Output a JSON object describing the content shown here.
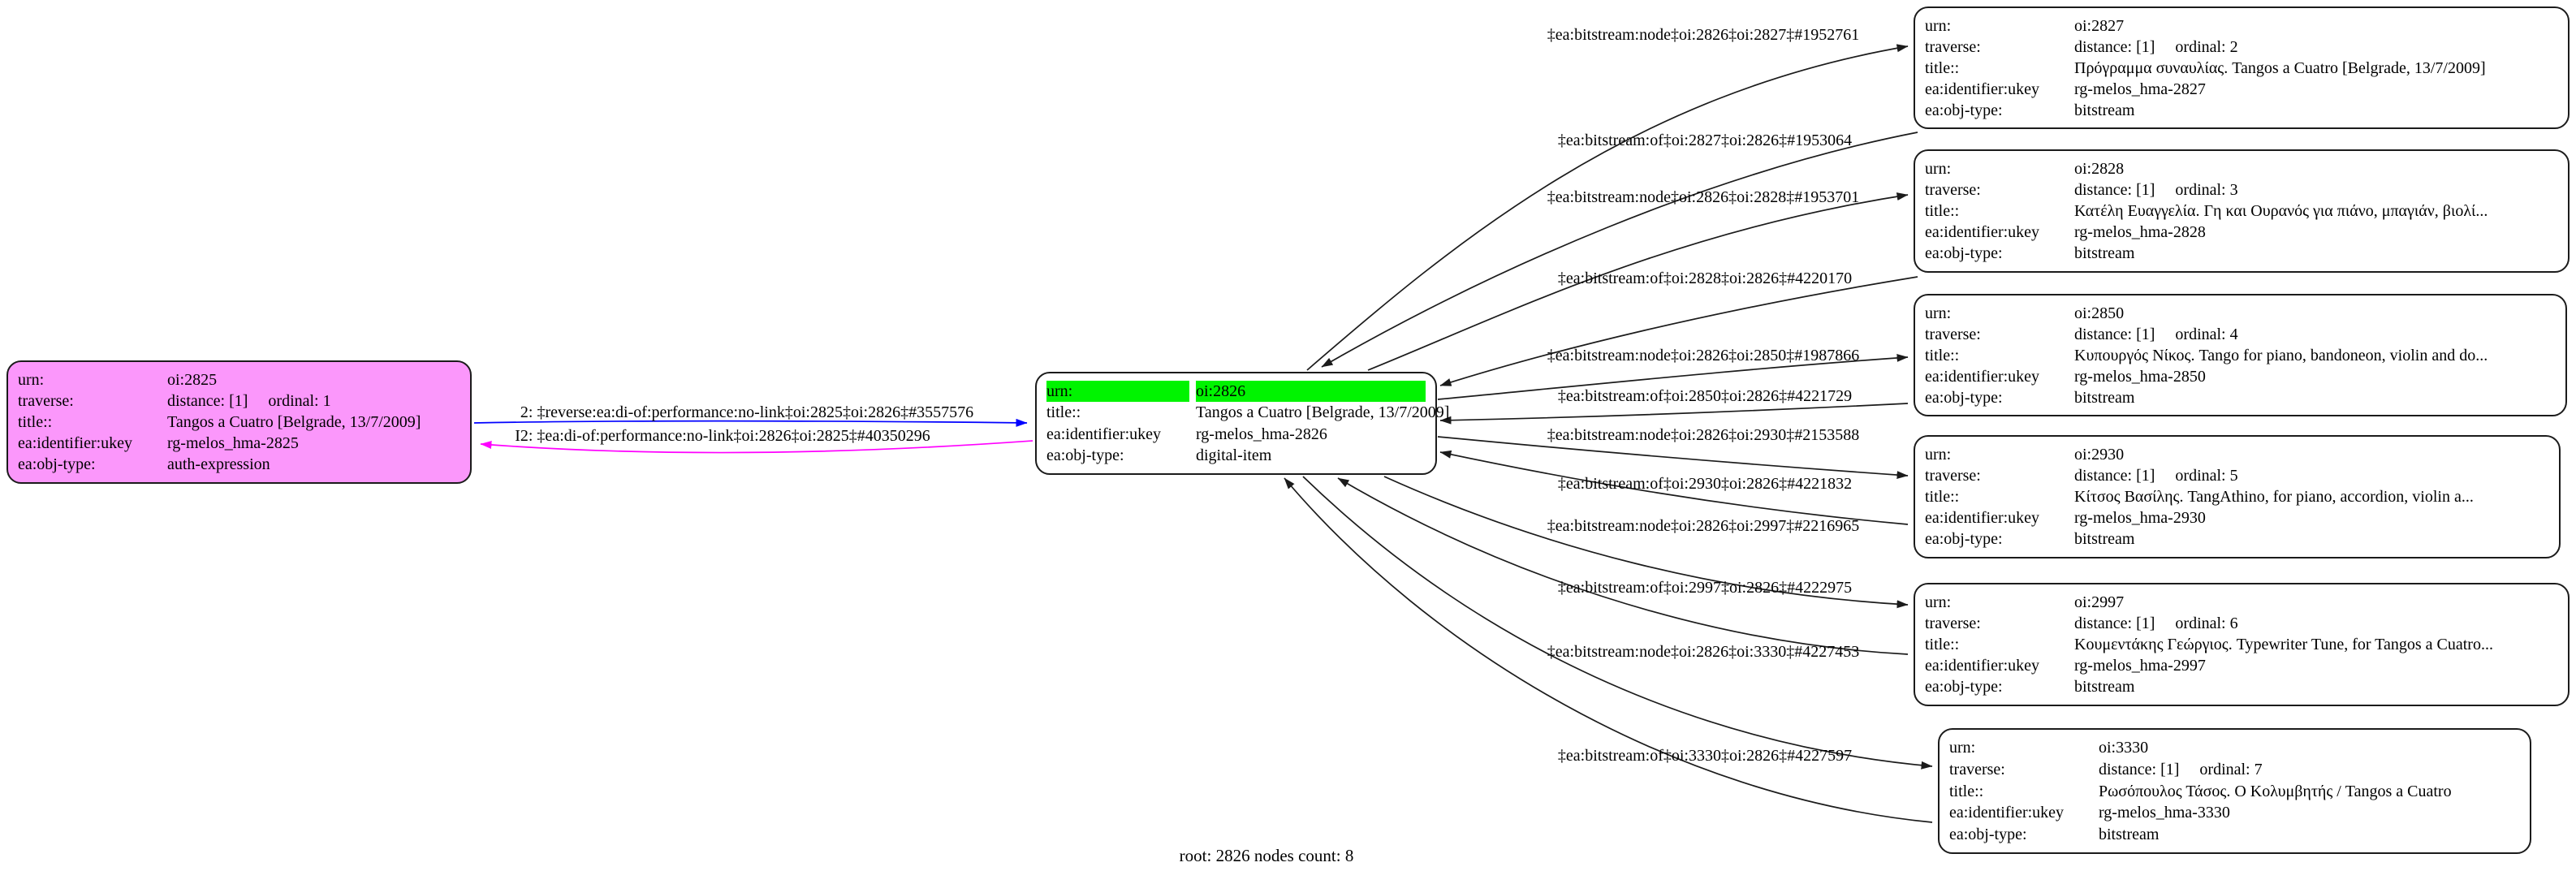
{
  "caption": "root: 2826 nodes count: 8",
  "colors": {
    "violet": "#fb97fb",
    "green": "#00f400",
    "blue": "#0000ff",
    "magenta": "#ff00ff",
    "edge": "#1b1b1b"
  },
  "nodes": [
    {
      "id": "oi:2825",
      "kind": "auth-expression",
      "rows": [
        {
          "label": "urn:",
          "value": "oi:2825"
        },
        {
          "label": "traverse:",
          "value": "distance: [1]     ordinal: 1"
        },
        {
          "label": "title::",
          "value": "Tangos a Cuatro [Belgrade, 13/7/2009]"
        },
        {
          "label": "ea:identifier:ukey",
          "value": "rg-melos_hma-2825"
        },
        {
          "label": "ea:obj-type:",
          "value": "auth-expression"
        }
      ]
    },
    {
      "id": "oi:2826",
      "kind": "digital-item",
      "rows": [
        {
          "label": "urn:",
          "value": "oi:2826",
          "hl": true
        },
        {
          "label": "title::",
          "value": "Tangos a Cuatro [Belgrade, 13/7/2009]"
        },
        {
          "label": "ea:identifier:ukey",
          "value": "rg-melos_hma-2826"
        },
        {
          "label": "ea:obj-type:",
          "value": "digital-item"
        }
      ]
    },
    {
      "id": "oi:2827",
      "kind": "bitstream",
      "rows": [
        {
          "label": "urn:",
          "value": "oi:2827"
        },
        {
          "label": "traverse:",
          "value": "distance: [1]     ordinal: 2"
        },
        {
          "label": "title::",
          "value": "Πρόγραμμα συναυλίας. Tangos a Cuatro [Belgrade, 13/7/2009]"
        },
        {
          "label": "ea:identifier:ukey",
          "value": "rg-melos_hma-2827"
        },
        {
          "label": "ea:obj-type:",
          "value": "bitstream"
        }
      ]
    },
    {
      "id": "oi:2828",
      "kind": "bitstream",
      "rows": [
        {
          "label": "urn:",
          "value": "oi:2828"
        },
        {
          "label": "traverse:",
          "value": "distance: [1]     ordinal: 3"
        },
        {
          "label": "title::",
          "value": "Κατέλη Ευαγγελία. Γη και Ουρανός για πιάνο, μπαγιάν, βιολί..."
        },
        {
          "label": "ea:identifier:ukey",
          "value": "rg-melos_hma-2828"
        },
        {
          "label": "ea:obj-type:",
          "value": "bitstream"
        }
      ]
    },
    {
      "id": "oi:2850",
      "kind": "bitstream",
      "rows": [
        {
          "label": "urn:",
          "value": "oi:2850"
        },
        {
          "label": "traverse:",
          "value": "distance: [1]     ordinal: 4"
        },
        {
          "label": "title::",
          "value": "Κυπουργός Νίκος. Tango for piano, bandoneon, violin and do..."
        },
        {
          "label": "ea:identifier:ukey",
          "value": "rg-melos_hma-2850"
        },
        {
          "label": "ea:obj-type:",
          "value": "bitstream"
        }
      ]
    },
    {
      "id": "oi:2930",
      "kind": "bitstream",
      "rows": [
        {
          "label": "urn:",
          "value": "oi:2930"
        },
        {
          "label": "traverse:",
          "value": "distance: [1]     ordinal: 5"
        },
        {
          "label": "title::",
          "value": "Κίτσος Βασίλης. TangAthino, for piano, accordion, violin a..."
        },
        {
          "label": "ea:identifier:ukey",
          "value": "rg-melos_hma-2930"
        },
        {
          "label": "ea:obj-type:",
          "value": "bitstream"
        }
      ]
    },
    {
      "id": "oi:2997",
      "kind": "bitstream",
      "rows": [
        {
          "label": "urn:",
          "value": "oi:2997"
        },
        {
          "label": "traverse:",
          "value": "distance: [1]     ordinal: 6"
        },
        {
          "label": "title::",
          "value": "Κουμεντάκης Γεώργιος. Typewriter Tune, for Tangos a Cuatro..."
        },
        {
          "label": "ea:identifier:ukey",
          "value": "rg-melos_hma-2997"
        },
        {
          "label": "ea:obj-type:",
          "value": "bitstream"
        }
      ]
    },
    {
      "id": "oi:3330",
      "kind": "bitstream",
      "rows": [
        {
          "label": "urn:",
          "value": "oi:3330"
        },
        {
          "label": "traverse:",
          "value": "distance: [1]     ordinal: 7"
        },
        {
          "label": "title::",
          "value": "Ρωσόπουλος Τάσος. Ο Κολυμβητής / Tangos a Cuatro"
        },
        {
          "label": "ea:identifier:ukey",
          "value": "rg-melos_hma-3330"
        },
        {
          "label": "ea:obj-type:",
          "value": "bitstream"
        }
      ]
    }
  ],
  "left_edges": [
    {
      "label": "2: ‡reverse:ea:di-of:performance:no-link‡oi:2825‡oi:2826‡#3557576",
      "color": "blue"
    },
    {
      "label": "I2: ‡ea:di-of:performance:no-link‡oi:2826‡oi:2825‡#40350296",
      "color": "magenta"
    }
  ],
  "right_edges": [
    {
      "label": "‡ea:bitstream:node‡oi:2826‡oi:2827‡#1952761"
    },
    {
      "label": "‡ea:bitstream:of‡oi:2827‡oi:2826‡#1953064"
    },
    {
      "label": "‡ea:bitstream:node‡oi:2826‡oi:2828‡#1953701"
    },
    {
      "label": "‡ea:bitstream:of‡oi:2828‡oi:2826‡#4220170"
    },
    {
      "label": "‡ea:bitstream:node‡oi:2826‡oi:2850‡#1987866"
    },
    {
      "label": "‡ea:bitstream:of‡oi:2850‡oi:2826‡#4221729"
    },
    {
      "label": "‡ea:bitstream:node‡oi:2826‡oi:2930‡#2153588"
    },
    {
      "label": "‡ea:bitstream:of‡oi:2930‡oi:2826‡#4221832"
    },
    {
      "label": "‡ea:bitstream:node‡oi:2826‡oi:2997‡#2216965"
    },
    {
      "label": "‡ea:bitstream:of‡oi:2997‡oi:2826‡#4222975"
    },
    {
      "label": "‡ea:bitstream:node‡oi:2826‡oi:3330‡#4227453"
    },
    {
      "label": "‡ea:bitstream:of‡oi:3330‡oi:2826‡#4227597"
    }
  ]
}
